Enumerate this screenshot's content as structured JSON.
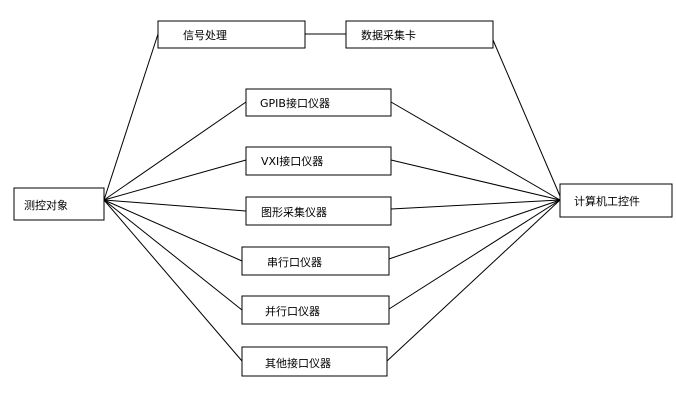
{
  "diagram": {
    "nodes": {
      "target": "测控对象",
      "signal_processing": "信号处理",
      "daq_card": "数据采集卡",
      "gpib": "GPIB接口仪器",
      "vxi": "VXI接口仪器",
      "image_acq": "图形采集仪器",
      "serial": "串行口仪器",
      "parallel": "并行口仪器",
      "other": "其他接口仪器",
      "computer": "计算机工控件"
    },
    "edges": [
      [
        "target",
        "signal_processing"
      ],
      [
        "signal_processing",
        "daq_card"
      ],
      [
        "daq_card",
        "computer"
      ],
      [
        "target",
        "gpib"
      ],
      [
        "target",
        "vxi"
      ],
      [
        "target",
        "image_acq"
      ],
      [
        "target",
        "serial"
      ],
      [
        "target",
        "parallel"
      ],
      [
        "target",
        "other"
      ],
      [
        "gpib",
        "computer"
      ],
      [
        "vxi",
        "computer"
      ],
      [
        "image_acq",
        "computer"
      ],
      [
        "serial",
        "computer"
      ],
      [
        "parallel",
        "computer"
      ],
      [
        "other",
        "computer"
      ]
    ]
  }
}
